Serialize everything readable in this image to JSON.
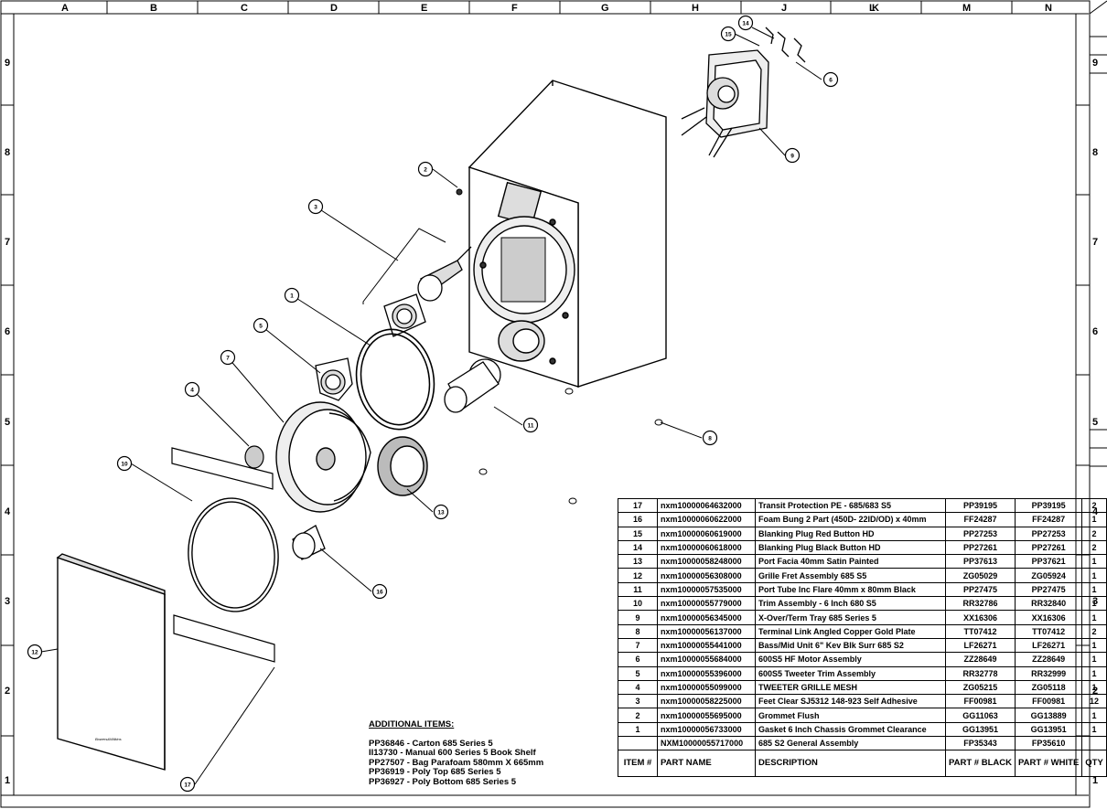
{
  "drawing": {
    "column_labels": [
      "A",
      "B",
      "C",
      "D",
      "E",
      "F",
      "G",
      "H",
      "J",
      "K",
      "L",
      "M",
      "N"
    ],
    "row_labels": [
      "9",
      "8",
      "7",
      "6",
      "5",
      "4",
      "3",
      "2",
      "1"
    ],
    "callouts": [
      "1",
      "2",
      "3",
      "4",
      "5",
      "6",
      "7",
      "8",
      "9",
      "10",
      "11",
      "12",
      "13",
      "14",
      "15",
      "16",
      "17"
    ],
    "logo_text": "Bowers&Wilkins"
  },
  "additional_items": {
    "title": "ADDITIONAL ITEMS:",
    "items": [
      "PP36846 - Carton 685 Series 5",
      "II13730 - Manual 600 Series 5 Book Shelf",
      "PP27507 - Bag Parafoam 580mm X 665mm",
      "PP36919 - Poly Top 685 Series 5",
      "PP36927 - Poly Bottom 685 Series 5"
    ]
  },
  "bom": {
    "headers": {
      "item": "ITEM #",
      "part_name": "PART NAME",
      "description": "DESCRIPTION",
      "part_black": "PART # BLACK",
      "part_white": "PART # WHITE",
      "qty": "QTY"
    },
    "rows": [
      {
        "item": "17",
        "part_name": "nxm10000064632000",
        "description": "Transit Protection PE - 685/683 S5",
        "part_black": "PP39195",
        "part_white": "PP39195",
        "qty": "2"
      },
      {
        "item": "16",
        "part_name": "nxm10000060622000",
        "description": "Foam Bung 2 Part (450D- 22ID/OD) x 40mm",
        "part_black": "FF24287",
        "part_white": "FF24287",
        "qty": "1"
      },
      {
        "item": "15",
        "part_name": "nxm10000060619000",
        "description": "Blanking Plug Red Button HD",
        "part_black": "PP27253",
        "part_white": "PP27253",
        "qty": "2"
      },
      {
        "item": "14",
        "part_name": "nxm10000060618000",
        "description": "Blanking Plug Black Button HD",
        "part_black": "PP27261",
        "part_white": "PP27261",
        "qty": "2"
      },
      {
        "item": "13",
        "part_name": "nxm10000058248000",
        "description": "Port Facia 40mm Satin Painted",
        "part_black": "PP37613",
        "part_white": "PP37621",
        "qty": "1"
      },
      {
        "item": "12",
        "part_name": "nxm10000056308000",
        "description": "Grille Fret Assembly 685 S5",
        "part_black": "ZG05029",
        "part_white": "ZG05924",
        "qty": "1"
      },
      {
        "item": "11",
        "part_name": "nxm10000057535000",
        "description": "Port Tube Inc Flare 40mm x 80mm Black",
        "part_black": "PP27475",
        "part_white": "PP27475",
        "qty": "1"
      },
      {
        "item": "10",
        "part_name": "nxm10000055779000",
        "description": "Trim Assembly - 6 Inch 680 S5",
        "part_black": "RR32786",
        "part_white": "RR32840",
        "qty": "1"
      },
      {
        "item": "9",
        "part_name": "nxm10000056345000",
        "description": "X-Over/Term Tray 685 Series 5",
        "part_black": "XX16306",
        "part_white": "XX16306",
        "qty": "1"
      },
      {
        "item": "8",
        "part_name": "nxm10000056137000",
        "description": "Terminal Link Angled Copper Gold Plate",
        "part_black": "TT07412",
        "part_white": "TT07412",
        "qty": "2"
      },
      {
        "item": "7",
        "part_name": "nxm10000055441000",
        "description": "Bass/Mid Unit 6\" Kev Blk Surr 685 S2",
        "part_black": "LF26271",
        "part_white": "LF26271",
        "qty": "1"
      },
      {
        "item": "6",
        "part_name": "nxm10000055684000",
        "description": "600S5 HF Motor Assembly",
        "part_black": "ZZ28649",
        "part_white": "ZZ28649",
        "qty": "1"
      },
      {
        "item": "5",
        "part_name": "nxm10000055396000",
        "description": "600S5 Tweeter Trim Assembly",
        "part_black": "RR32778",
        "part_white": "RR32999",
        "qty": "1"
      },
      {
        "item": "4",
        "part_name": "nxm10000055099000",
        "description": "TWEETER GRILLE MESH",
        "part_black": "ZG05215",
        "part_white": "ZG05118",
        "qty": "1"
      },
      {
        "item": "3",
        "part_name": "nxm10000058225000",
        "description": "Feet Clear SJ5312 148-923 Self Adhesive",
        "part_black": "FF00981",
        "part_white": "FF00981",
        "qty": "12"
      },
      {
        "item": "2",
        "part_name": "nxm10000055695000",
        "description": "Grommet Flush",
        "part_black": "GG11063",
        "part_white": "GG13889",
        "qty": "1"
      },
      {
        "item": "1",
        "part_name": "nxm10000056733000",
        "description": "Gasket 6 Inch Chassis Grommet Clearance",
        "part_black": "GG13951",
        "part_white": "GG13951",
        "qty": "1"
      },
      {
        "item": "",
        "part_name": "NXM10000055717000",
        "description": "685 S2 General Assembly",
        "part_black": "FP35343",
        "part_white": "FP35610",
        "qty": ""
      }
    ]
  }
}
